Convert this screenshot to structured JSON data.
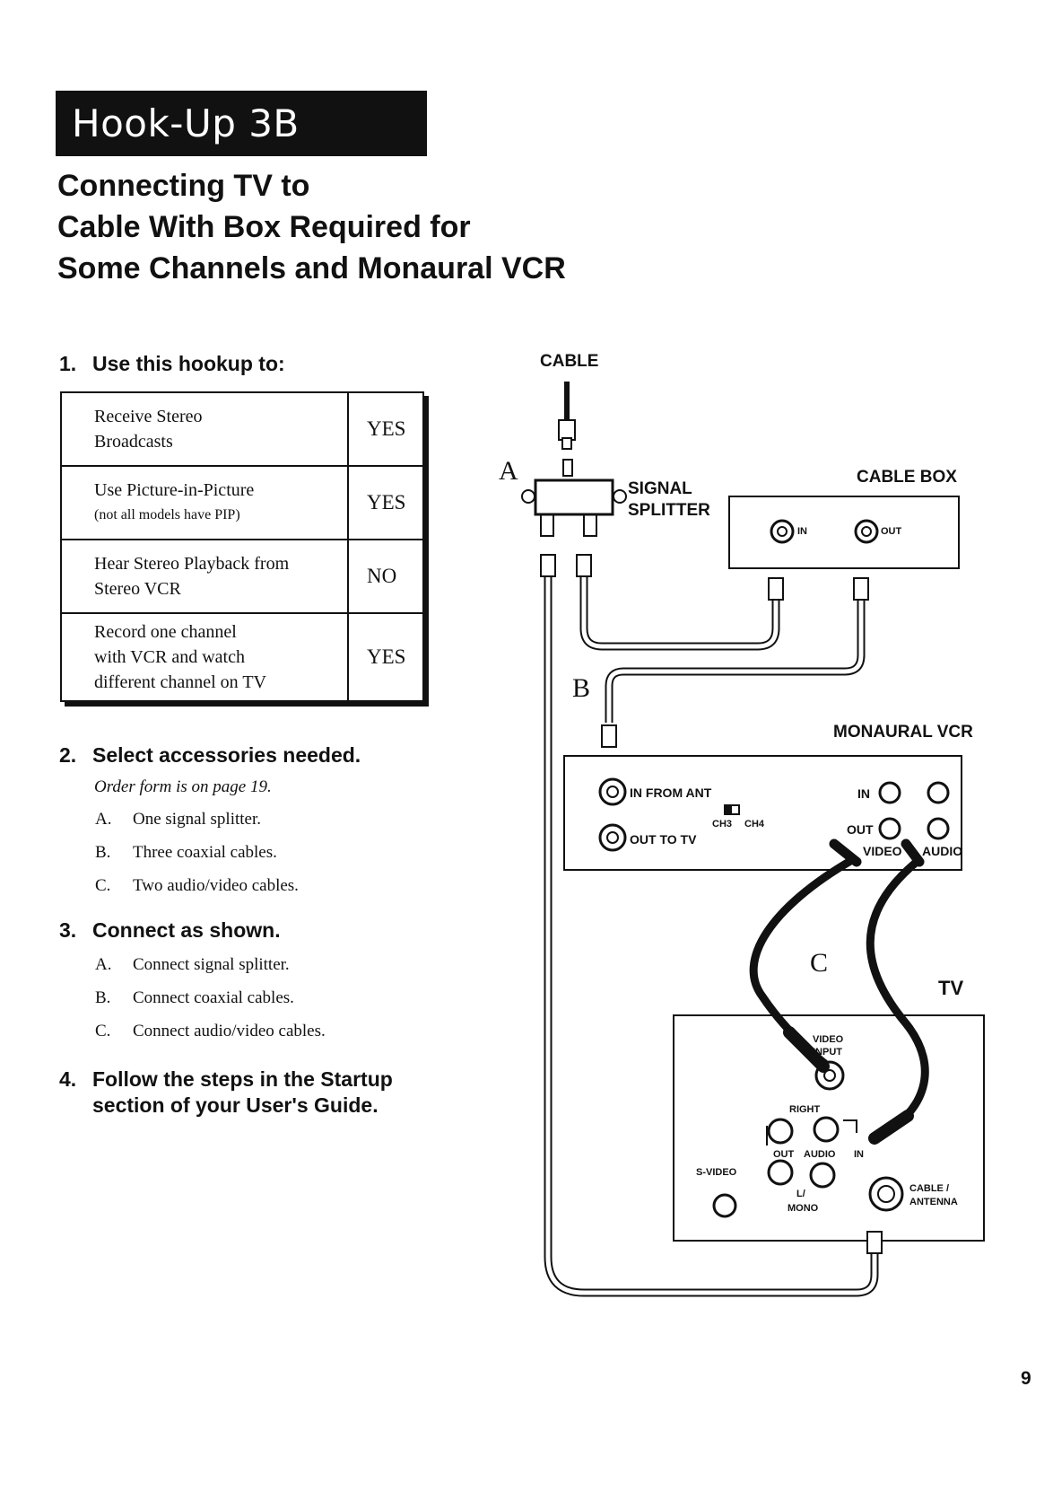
{
  "header": {
    "banner": "Hook-Up 3B",
    "title_lines": [
      "Connecting TV to",
      "Cable With Box Required for",
      "Some Channels and Monaural VCR"
    ]
  },
  "step1": {
    "number": "1.",
    "heading": "Use this hookup to:",
    "rows": [
      {
        "line1": "Receive Stereo",
        "line2": "Broadcasts",
        "line3": "",
        "note": "",
        "answer": "YES"
      },
      {
        "line1": "Use Picture-in-Picture",
        "line2": "",
        "line3": "",
        "note": "(not all models have PIP)",
        "answer": "YES"
      },
      {
        "line1": "Hear Stereo Playback from",
        "line2": "Stereo VCR",
        "line3": "",
        "note": "",
        "answer": "NO"
      },
      {
        "line1": "Record one channel",
        "line2": "with VCR and watch",
        "line3": "different channel on TV",
        "note": "",
        "answer": "YES"
      }
    ]
  },
  "step2": {
    "number": "2.",
    "heading": "Select accessories needed.",
    "subnote": "Order form is on page 19.",
    "items": [
      {
        "letter": "A.",
        "text": "One signal splitter."
      },
      {
        "letter": "B.",
        "text": "Three coaxial cables."
      },
      {
        "letter": "C.",
        "text": "Two audio/video cables."
      }
    ]
  },
  "step3": {
    "number": "3.",
    "heading": "Connect as shown.",
    "items": [
      {
        "letter": "A.",
        "text": "Connect signal splitter."
      },
      {
        "letter": "B.",
        "text": "Connect coaxial cables."
      },
      {
        "letter": "C.",
        "text": "Connect audio/video cables."
      }
    ]
  },
  "step4": {
    "number": "4.",
    "line1": "Follow the steps in the Startup",
    "line2": "section of your User's Guide."
  },
  "diagram": {
    "cable": "CABLE",
    "letter_a": "A",
    "letter_b": "B",
    "letter_c": "C",
    "signal": "SIGNAL",
    "splitter": "SPLITTER",
    "cable_box": "CABLE BOX",
    "box_in": "IN",
    "box_out": "OUT",
    "monaural_vcr": "MONAURAL VCR",
    "vcr_in_from_ant": "IN FROM ANT",
    "vcr_out_to_tv": "OUT TO TV",
    "vcr_ch3": "CH3",
    "vcr_ch4": "CH4",
    "vcr_in": "IN",
    "vcr_out": "OUT",
    "vcr_video": "VIDEO",
    "vcr_audio": "AUDIO",
    "tv": "TV",
    "tv_video": "VIDEO",
    "tv_input": "INPUT",
    "tv_right": "RIGHT",
    "tv_out": "OUT",
    "tv_audio": "AUDIO",
    "tv_in": "IN",
    "tv_svideo": "S-VIDEO",
    "tv_l": "L/",
    "tv_mono": "MONO",
    "tv_cable": "CABLE /",
    "tv_antenna": "ANTENNA"
  },
  "page_number": "9"
}
